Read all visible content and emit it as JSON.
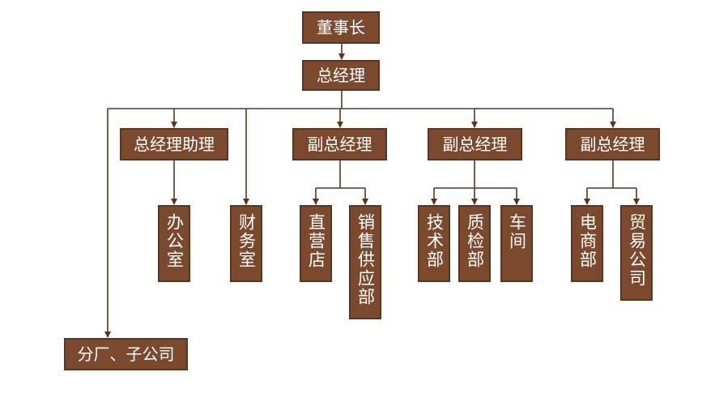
{
  "colors": {
    "box": "#7b4a2e",
    "box_border": "#5c3520",
    "text": "#ffffff",
    "line": "#5c3520"
  },
  "nodes": {
    "chairman": "董事长",
    "general_manager": "总经理",
    "assistant_gm": "总经理助理",
    "deputy_gm_1": "副总经理",
    "deputy_gm_2": "副总经理",
    "deputy_gm_3": "副总经理",
    "office": "办公室",
    "finance": "财务室",
    "direct_store": "直营店",
    "sales_supply": "销售供应部",
    "tech": "技术部",
    "quality": "质检部",
    "workshop": "车间",
    "ecommerce": "电商部",
    "trade_company": "贸易公司",
    "branches": "分厂、子公司"
  }
}
